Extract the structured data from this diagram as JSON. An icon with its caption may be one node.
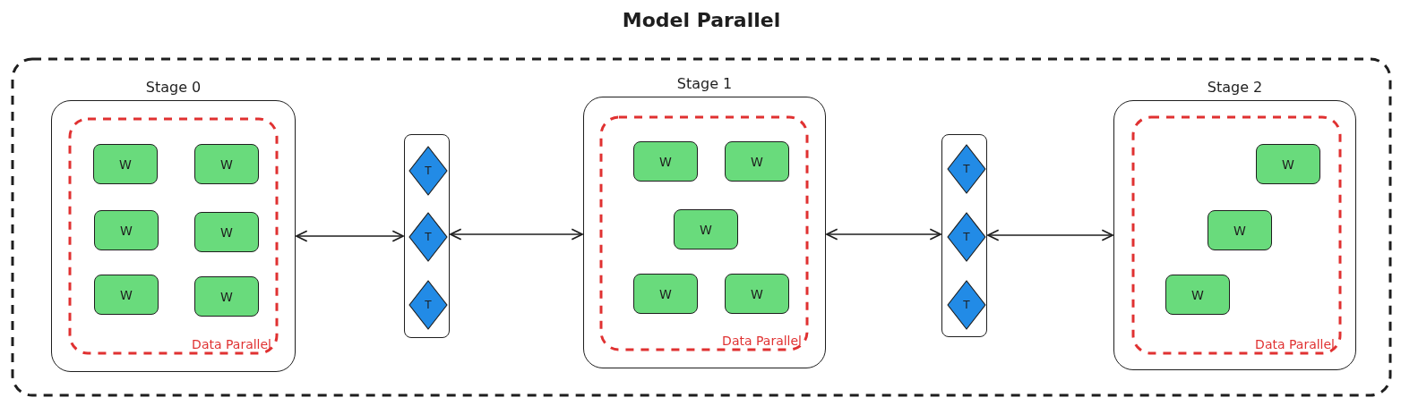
{
  "diagram": {
    "nodes": [
      {
        "text": [
          "Model Parallel"
        ]
      },
      {
        "text": [
          "Stage 0"
        ],
        "in": 0
      },
      {
        "text": [
          "Data Parallel"
        ],
        "in": 1
      },
      {
        "text": [
          "W"
        ],
        "in": 2
      },
      {
        "text": [
          "W"
        ],
        "in": 2
      },
      {
        "text": [
          "W"
        ],
        "in": 2
      },
      {
        "text": [
          "W"
        ],
        "in": 2
      },
      {
        "text": [
          "W"
        ],
        "in": 2
      },
      {
        "text": [
          "W"
        ],
        "in": 2
      },
      {
        "text": [],
        "shape": "box",
        "in": 0
      },
      {
        "text": [
          "T"
        ],
        "in": 9
      },
      {
        "text": [
          "T"
        ],
        "in": 9
      },
      {
        "text": [
          "T"
        ],
        "in": 9
      },
      {
        "text": [
          "Stage 1"
        ],
        "in": 0
      },
      {
        "text": [
          "Data Parallel"
        ],
        "in": 13
      },
      {
        "text": [
          "W"
        ],
        "in": 14
      },
      {
        "text": [
          "W"
        ],
        "in": 14
      },
      {
        "text": [
          "W"
        ],
        "in": 14
      },
      {
        "text": [
          "W"
        ],
        "in": 14
      },
      {
        "text": [
          "W"
        ],
        "in": 14
      },
      {
        "text": [],
        "shape": "box",
        "in": 0
      },
      {
        "text": [
          "T"
        ],
        "in": 20
      },
      {
        "text": [
          "T"
        ],
        "in": 20
      },
      {
        "text": [
          "T"
        ],
        "in": 20
      },
      {
        "text": [
          "Stage 2"
        ],
        "in": 0
      },
      {
        "text": [
          "Data Parallel"
        ],
        "in": 24
      },
      {
        "text": [
          "W"
        ],
        "in": 25
      },
      {
        "text": [
          "W"
        ],
        "in": 25
      },
      {
        "text": [
          "W"
        ],
        "in": 25
      }
    ],
    "edges": [
      {
        "from": 1,
        "to": 9,
        "arrow": "both"
      },
      {
        "from": 9,
        "to": 13,
        "arrow": "both"
      },
      {
        "from": 13,
        "to": 20,
        "arrow": "both"
      },
      {
        "from": 20,
        "to": 24,
        "arrow": "both"
      }
    ]
  }
}
